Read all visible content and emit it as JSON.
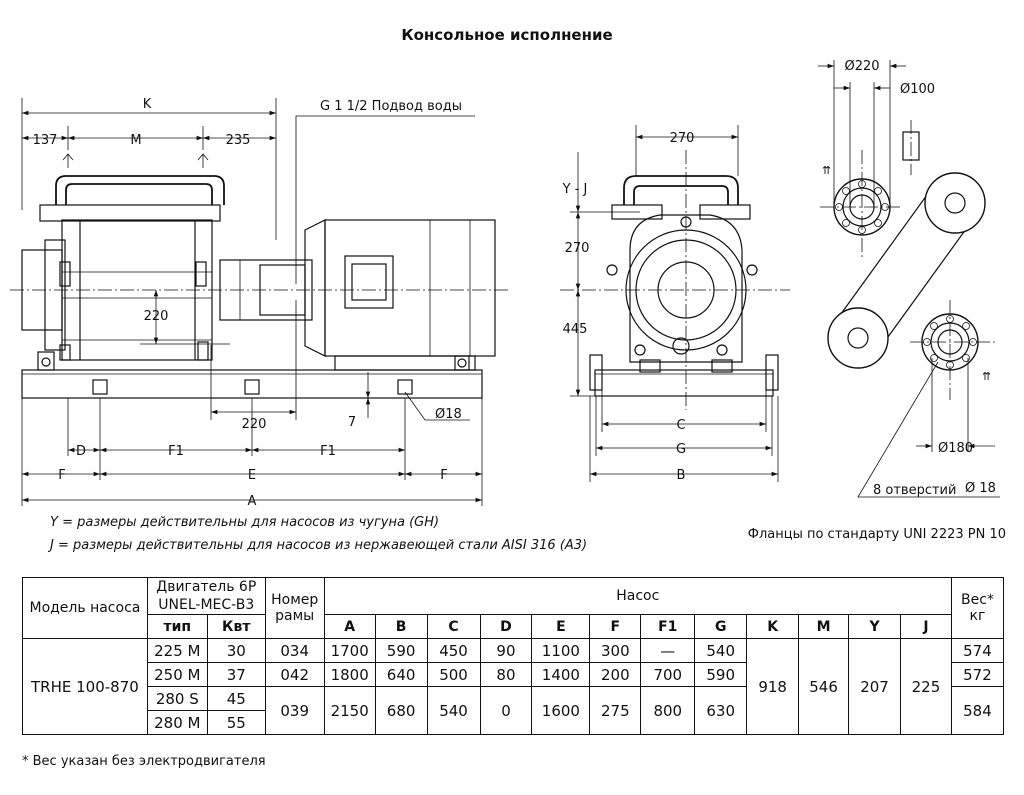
{
  "title": "Консольное исполнение",
  "side_view": {
    "dim_K": "K",
    "dim_137": "137",
    "dim_M": "M",
    "dim_235": "235",
    "water_inlet": "G 1 1/2  Подвод воды",
    "dim_220_vertical": "220",
    "dim_220_horizontal": "220",
    "dim_7": "7",
    "hole_18": "Ø18",
    "dim_D": "D",
    "dim_F1_left": "F1",
    "dim_F1_right": "F1",
    "dim_F_left": "F",
    "dim_E": "E",
    "dim_F_right": "F",
    "dim_A": "A"
  },
  "front_view": {
    "dim_270_top": "270",
    "dim_YJ": "Y - J",
    "dim_270_side": "270",
    "dim_445": "445",
    "dim_C": "C",
    "dim_G": "G",
    "dim_B": "B"
  },
  "flange_view": {
    "dim_220": "Ø220",
    "dim_100": "Ø100",
    "dim_180": "Ø180",
    "holes": "8 отверстий",
    "holes_dia": "Ø 18"
  },
  "notes": {
    "y_note": "Y = размеры действительны для насосов из чугуна (GH)",
    "j_note": "J = размеры действительны для насосов из нержавеющей стали AISI 316 (A3)",
    "flange_standard": "Фланцы по стандарту UNI 2223 PN 10"
  },
  "table": {
    "model_header": "Модель насоса",
    "motor_header_line1": "Двигатель 6P",
    "motor_header_line2": "UNEL-MEC-B3",
    "type_header": "тип",
    "kw_header": "Квт",
    "frame_header": "Номер рамы",
    "pump_header": "Насос",
    "weight_header": "Вес* кг",
    "col_headers": [
      "A",
      "B",
      "C",
      "D",
      "E",
      "F",
      "F1",
      "G",
      "K",
      "M",
      "Y",
      "J"
    ],
    "model": "TRHE 100-870",
    "motors": [
      {
        "type": "225 M",
        "kw": "30"
      },
      {
        "type": "250 M",
        "kw": "37"
      },
      {
        "type": "280 S",
        "kw": "45"
      },
      {
        "type": "280 M",
        "kw": "55"
      }
    ],
    "frames": [
      "034",
      "042",
      "039"
    ],
    "groups": [
      {
        "A": "1700",
        "B": "590",
        "C": "450",
        "D": "90",
        "E": "1100",
        "F": "300",
        "F1": "—",
        "G": "540"
      },
      {
        "A": "1800",
        "B": "640",
        "C": "500",
        "D": "80",
        "E": "1400",
        "F": "200",
        "F1": "700",
        "G": "590"
      },
      {
        "A": "2150",
        "B": "680",
        "C": "540",
        "D": "0",
        "E": "1600",
        "F": "275",
        "F1": "800",
        "G": "630"
      }
    ],
    "K": "918",
    "M": "546",
    "Y": "207",
    "J": "225",
    "weights": [
      "574",
      "572",
      "584"
    ]
  },
  "footnote": "* Вес указан без электродвигателя"
}
